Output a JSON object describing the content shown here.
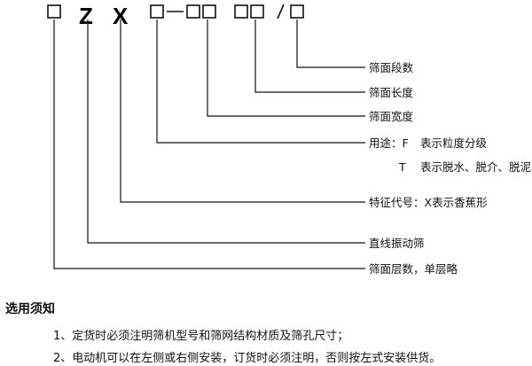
{
  "model_code": {
    "prefix_box": "□",
    "letter_z": "Z",
    "letter_x": "X",
    "dash": "—",
    "slash": "/"
  },
  "labels": {
    "screen_sections": "筛面段数",
    "screen_length": "筛面长度",
    "screen_width": "筛面宽度",
    "usage_title": "用途：F",
    "usage_f": "表示粒度分级",
    "usage_t_code": "T",
    "usage_t": "表示脱水、脱介、脱泥",
    "feature_code": "特征代号：X表示香蕉形",
    "linear_vibrating": "直线振动筛",
    "screen_layers": "筛面层数，单层略"
  },
  "notes": {
    "title": "选用须知",
    "items": [
      "1、定货时必须注明筛机型号和筛网结构材质及筛孔尺寸；",
      "2、电动机可以在左侧或右侧安装，订货时必须注明，否则按左式安装供货。"
    ]
  }
}
